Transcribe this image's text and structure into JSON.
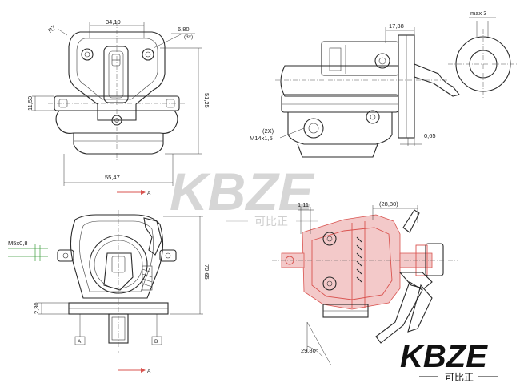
{
  "dimensions": {
    "top_left": {
      "radius": "R7",
      "flange_width": "34,19",
      "hole_size": "6,80",
      "hole_count": "(3x)",
      "height_total": "51,25",
      "height_small": "11,50",
      "base_width": "55,47"
    },
    "top_right": {
      "offset_top": "17,38",
      "max_label": "max 3",
      "thread_count": "(2X)",
      "thread_spec": "M14x1,5",
      "gap": "0,65"
    },
    "bottom_left": {
      "stud_spec": "M5x0,8",
      "height": "70,65",
      "base_thickness": "2,30",
      "datum_a": "A",
      "datum_b": "B"
    },
    "bottom_right": {
      "dim_small": "1,11",
      "dim_width": "(28,80)",
      "angle": "29,80°"
    },
    "section_marker": "A"
  },
  "watermark": {
    "brand": "KBZE",
    "sub": "可比正"
  },
  "logo": {
    "brand": "KBZE",
    "sub": "可比正"
  }
}
